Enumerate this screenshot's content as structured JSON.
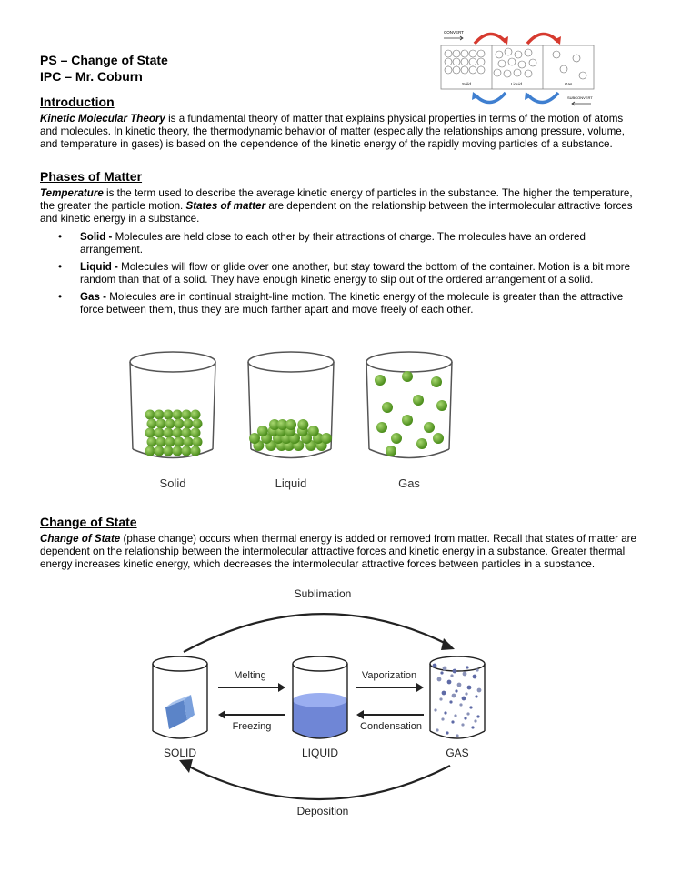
{
  "header": {
    "title_line1": "PS – Change of State",
    "title_line2": "IPC – Mr. Coburn"
  },
  "header_image": {
    "top_left_label": "CONVERT",
    "bottom_right_label": "SUBCONVERT",
    "panels": [
      "Solid",
      "Liquid",
      "Gas"
    ]
  },
  "introduction": {
    "heading": "Introduction",
    "term": "Kinetic Molecular Theory",
    "text": " is a fundamental theory of matter that explains physical properties in terms of the motion of atoms and molecules. In kinetic theory, the thermodynamic behavior of matter (especially the relationships among pressure, volume, and temperature in gases) is based on the dependence of the kinetic energy of the rapidly moving particles of a substance."
  },
  "phases": {
    "heading": "Phases of Matter",
    "term1": "Temperature",
    "text1": " is the term used to describe the average kinetic energy of particles in the substance.  The higher the temperature, the greater the particle motion.  ",
    "term2": "States of matter",
    "text2": " are dependent on the relationship between the intermolecular attractive forces and kinetic energy in a substance.",
    "bullets": [
      {
        "label": "Solid -",
        "text": " Molecules are held close to each other by their attractions of charge.  The molecules have an ordered arrangement."
      },
      {
        "label": "Liquid -",
        "text": " Molecules will flow or glide over one another, but stay toward the bottom of the container. Motion is a bit more random than that of a solid. They have enough kinetic energy to slip out of the ordered arrangement of a solid."
      },
      {
        "label": "Gas -",
        "text": " Molecules are in continual straight-line motion. The kinetic energy of the molecule is greater than the attractive force between them, thus they are much farther apart and move freely of each other."
      }
    ]
  },
  "jars": {
    "labels": [
      "Solid",
      "Liquid",
      "Gas"
    ],
    "particle_color": "#6fb02e"
  },
  "change_of_state": {
    "heading": "Change of State",
    "term": "Change of State",
    "text": " (phase change) occurs when thermal energy is added or removed from matter.  Recall that states of matter are dependent on the relationship between the intermolecular attractive forces and kinetic energy in a substance.  Greater thermal energy increases kinetic energy, which decreases the intermolecular attractive forces between particles in a substance."
  },
  "diagram": {
    "sublimation": "Sublimation",
    "deposition": "Deposition",
    "melting": "Melting",
    "freezing": "Freezing",
    "vaporization": "Vaporization",
    "condensation": "Condensation",
    "solid": "SOLID",
    "liquid": "LIQUID",
    "gas": "GAS",
    "liquid_color": "#6f86d6",
    "solid_color": "#7aa0dc"
  }
}
